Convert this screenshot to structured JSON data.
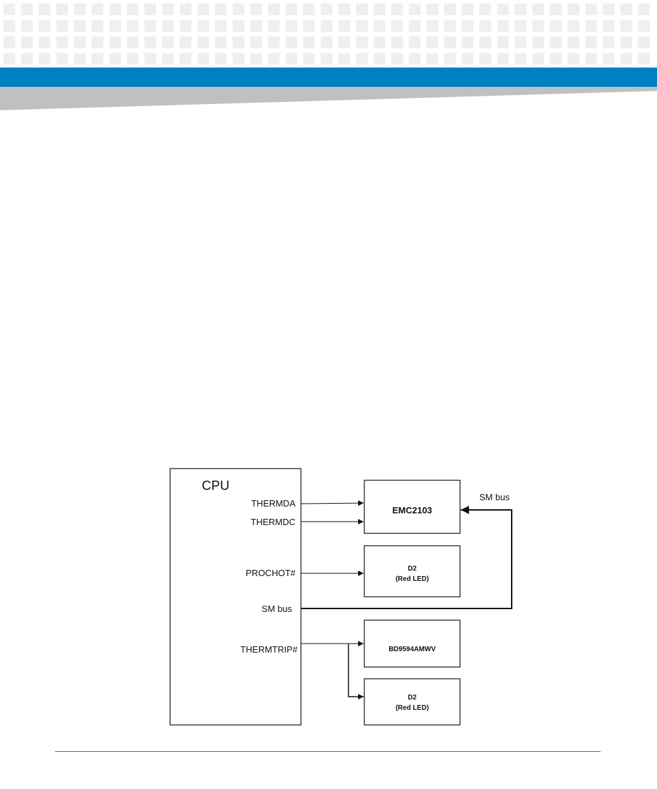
{
  "header": {
    "bar_color": "#0080c3",
    "pattern_color": "#efefef",
    "swoosh_color": "#bfc0c2"
  },
  "diagram": {
    "cpu": {
      "title": "CPU"
    },
    "signals": {
      "thermda": "THERMDA",
      "thermdc": "THERMDC",
      "prochot": "PROCHOT#",
      "smbus": "SM bus",
      "thermtrip": "THERMTRIP#"
    },
    "blocks": {
      "emc": {
        "label": "EMC2103"
      },
      "led1": {
        "line1": "D2",
        "line2": "(Red LED)"
      },
      "bd": {
        "label": "BD9594AMWV"
      },
      "led2": {
        "line1": "D2",
        "line2": "(Red LED)"
      }
    },
    "smbus_label": "SM bus"
  },
  "footer": {
    "rule_color": "#1a7fc1"
  }
}
